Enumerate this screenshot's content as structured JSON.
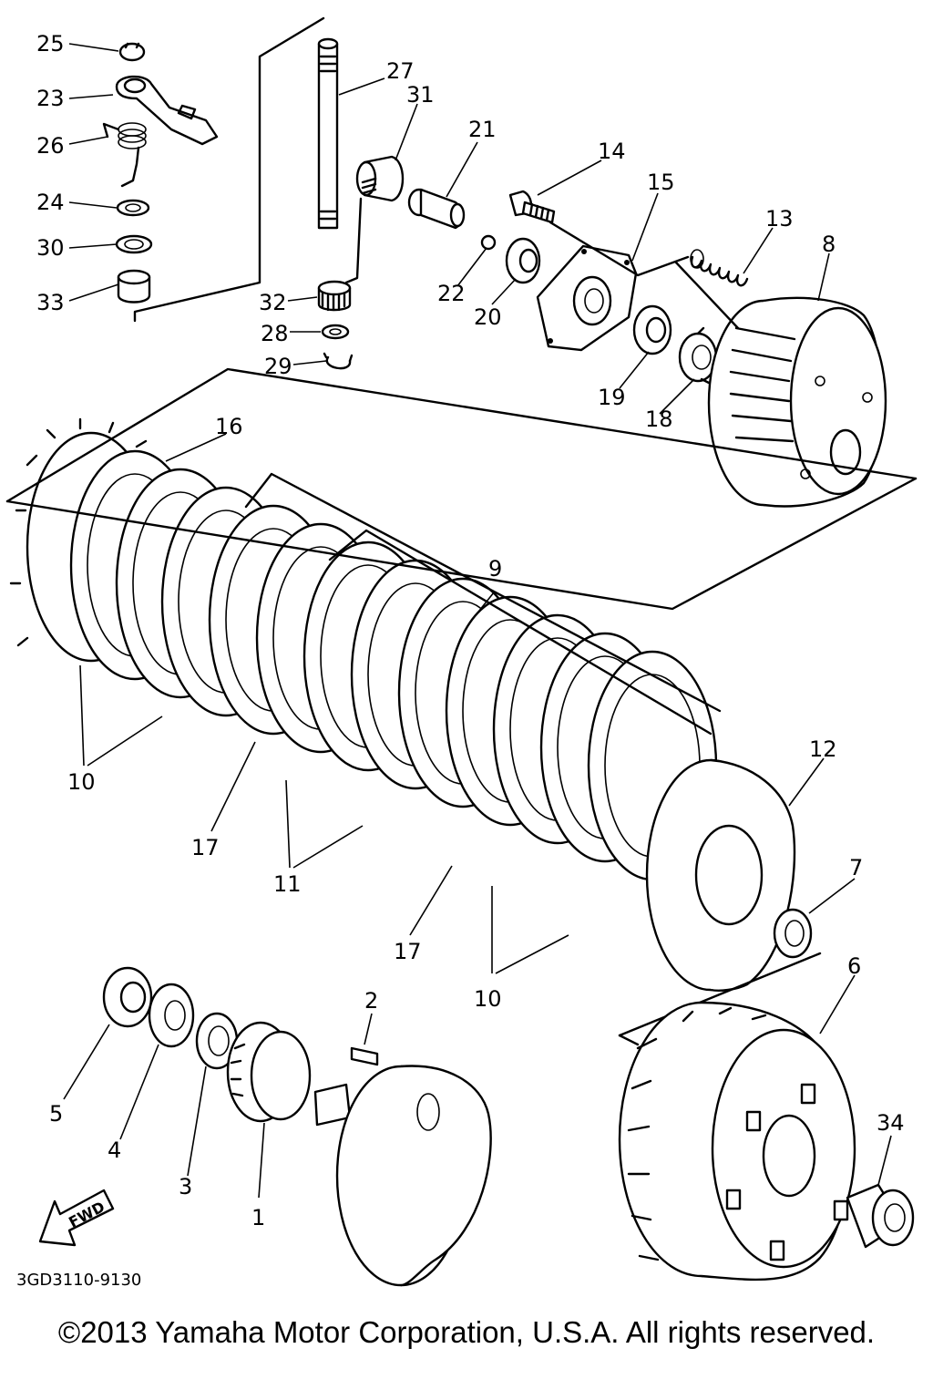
{
  "diagram": {
    "callouts": [
      "1",
      "2",
      "3",
      "4",
      "5",
      "6",
      "7",
      "8",
      "9",
      "10",
      "11",
      "12",
      "13",
      "14",
      "15",
      "16",
      "17",
      "18",
      "19",
      "20",
      "21",
      "22",
      "23",
      "24",
      "25",
      "26",
      "27",
      "28",
      "29",
      "30",
      "31",
      "32",
      "33",
      "34"
    ],
    "fwd_label": "FWD",
    "diagram_code": "3GD3110-9130"
  },
  "footer": {
    "copyright": "©2013 Yamaha Motor Corporation, U.S.A. All rights reserved."
  }
}
